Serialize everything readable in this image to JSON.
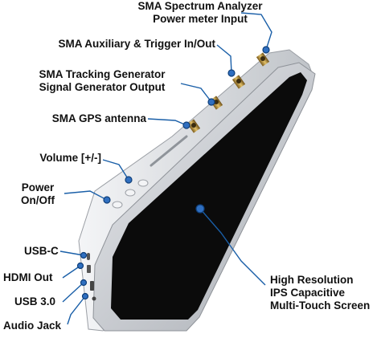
{
  "labels": {
    "sma_spectrum": {
      "line1": "SMA Spectrum Analyzer",
      "line2": "Power meter Input"
    },
    "sma_aux": {
      "line1": "SMA Auxiliary & Trigger In/Out"
    },
    "sma_tracking": {
      "line1": "SMA Tracking Generator",
      "line2": "Signal Generator Output"
    },
    "sma_gps": {
      "line1": "SMA GPS antenna"
    },
    "volume": {
      "line1": "Volume [+/-]"
    },
    "power": {
      "line1": "Power",
      "line2": "On/Off"
    },
    "usb_c": {
      "line1": "USB-C"
    },
    "hdmi_out": {
      "line1": "HDMI Out"
    },
    "usb_3": {
      "line1": "USB 3.0"
    },
    "audio_jack": {
      "line1": "Audio Jack"
    },
    "screen": {
      "line1": "High Resolution",
      "line2": "IPS Capacitive",
      "line3": "Multi-Touch Screen"
    }
  },
  "colors": {
    "leader_line": "#1a5fa8",
    "marker_fill": "#2f6fc0",
    "device_body": "#cfd2d6",
    "screen": "#0b0b0b",
    "connector": "#b8953a"
  }
}
